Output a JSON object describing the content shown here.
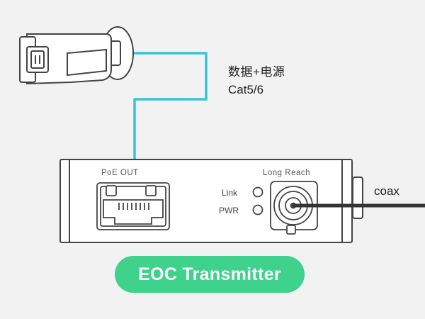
{
  "cable_label_line1": "数据+电源",
  "cable_label_line2": "Cat5/6",
  "coax_label": "coax",
  "device": {
    "poe_port_label": "PoE OUT",
    "long_reach_label": "Long Reach",
    "link_led_label": "Link",
    "pwr_led_label": "PWR",
    "title": "EOC Transmitter"
  },
  "colors": {
    "background": "#f2f2f2",
    "ethernet_cable": "#35c4d8",
    "coax_cable": "#333333",
    "title_pill": "#3fd28c",
    "title_text": "#ffffff",
    "outline": "#444444"
  },
  "icons": [
    "bullet-camera-icon",
    "rj45-port-icon",
    "bnc-connector-icon",
    "led-indicator-icon"
  ]
}
